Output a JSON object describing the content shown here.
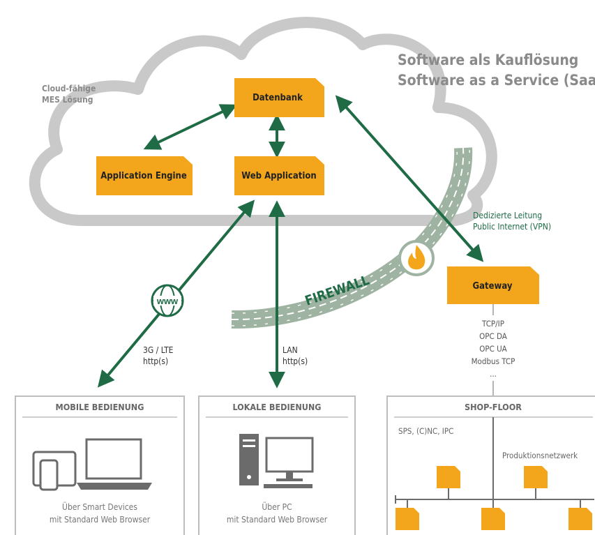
{
  "title": {
    "line1": "Software als Kauflösung",
    "line2": "Software as a Service (SaaS)"
  },
  "cloud": {
    "label_line1": "Cloud-fähige",
    "label_line2": "MES Lösung"
  },
  "nodes": {
    "database": "Datenbank",
    "application_engine": "Application Engine",
    "web_application": "Web Application",
    "gateway": "Gateway"
  },
  "firewall": {
    "label": "FIREWALL"
  },
  "connections": {
    "vpn_line1": "Dedizierte Leitung",
    "vpn_line2": "Public Internet (VPN)",
    "mobile_line1": "3G / LTE",
    "mobile_line2": "http(s)",
    "lan_line1": "LAN",
    "lan_line2": "http(s)",
    "www_icon_text": "www"
  },
  "protocols": [
    "TCP/IP",
    "OPC DA",
    "OPC UA",
    "Modbus TCP",
    "..."
  ],
  "panels": {
    "mobile": {
      "title": "MOBILE BEDIENUNG",
      "caption_line1": "Über Smart Devices",
      "caption_line2": "mit Standard Web Browser"
    },
    "local": {
      "title": "LOKALE BEDIENUNG",
      "caption_line1": "Über PC",
      "caption_line2": "mit Standard Web Browser"
    },
    "shopfloor": {
      "title": "SHOP-FLOOR",
      "label_devices": "SPS, (C)NC, IPC",
      "label_network": "Produktionsnetzwerk"
    }
  },
  "colors": {
    "node_fill": "#f3a61b",
    "arrow": "#1e6b46",
    "cloud_stroke": "#c9c9c9",
    "firewall_brick": "#9fb3a2",
    "panel_border": "#bdbdbd",
    "title_gray": "#8a8a8a"
  }
}
